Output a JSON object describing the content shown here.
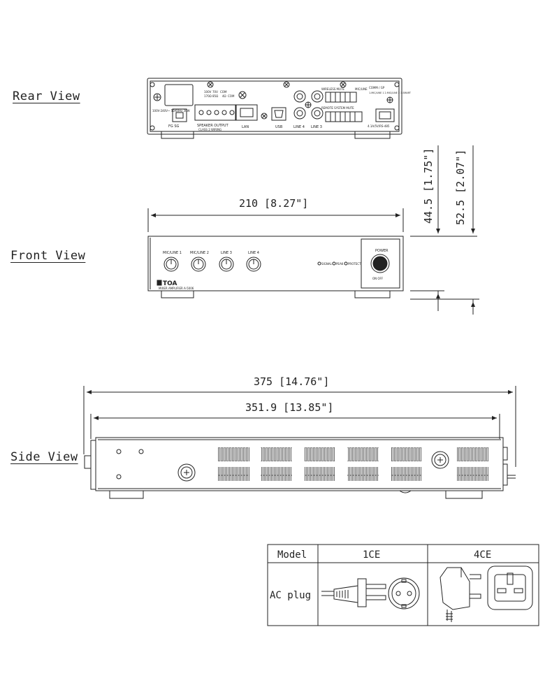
{
  "views": {
    "rear": "Rear View",
    "front": "Front View",
    "side": "Side View"
  },
  "dimensions": {
    "width": "210 [8.27\"]",
    "height_body": "44.5 [1.75\"]",
    "height_total": "52.5 [2.07\"]",
    "depth_total": "375 [14.76\"]",
    "depth_body": "351.9 [13.85\"]"
  },
  "rear_labels": {
    "fg_so": "FG SG",
    "speaker_output": "SPEAKER OUTPUT",
    "class2": "CLASS 2 WIRING",
    "lan": "LAN",
    "usb": "USB",
    "line4": "LINE 4",
    "line3": "LINE 3",
    "power_in": "100V-240V~ 50/60Hz 30W",
    "out_100v": "100V",
    "out_70v": "70V",
    "out_com": "COM",
    "out_4ohm": "4Ω",
    "out_com2": "COM",
    "out_170": "170Ω",
    "out_85": "85Ω",
    "wireless": "WIRELESS MUTE",
    "remote": "REMOTE SYSTEM MUTE",
    "mic_line": "MIC/LINE",
    "comm": "COMM / GP",
    "comm_sub": "1.MIC/LINE 1 2.MIC/LINE 2 3.SMART",
    "port_rate": "4.1A/5V/RS-485"
  },
  "front_labels": {
    "mic_line1": "MIC/LINE 1",
    "mic_line2": "MIC/LINE 2",
    "line3": "LINE 3",
    "line4": "LINE 4",
    "signal": "SIGNAL",
    "peak": "PEAK",
    "protect": "PROTECT",
    "power": "POWER",
    "on_off": "ON OFF",
    "brand": "TOA",
    "model": "MIXER AMPLIFIER A-5006"
  },
  "plug_table": {
    "header_model": "Model",
    "col1": "1CE",
    "col2": "4CE",
    "row_label": "AC plug"
  }
}
